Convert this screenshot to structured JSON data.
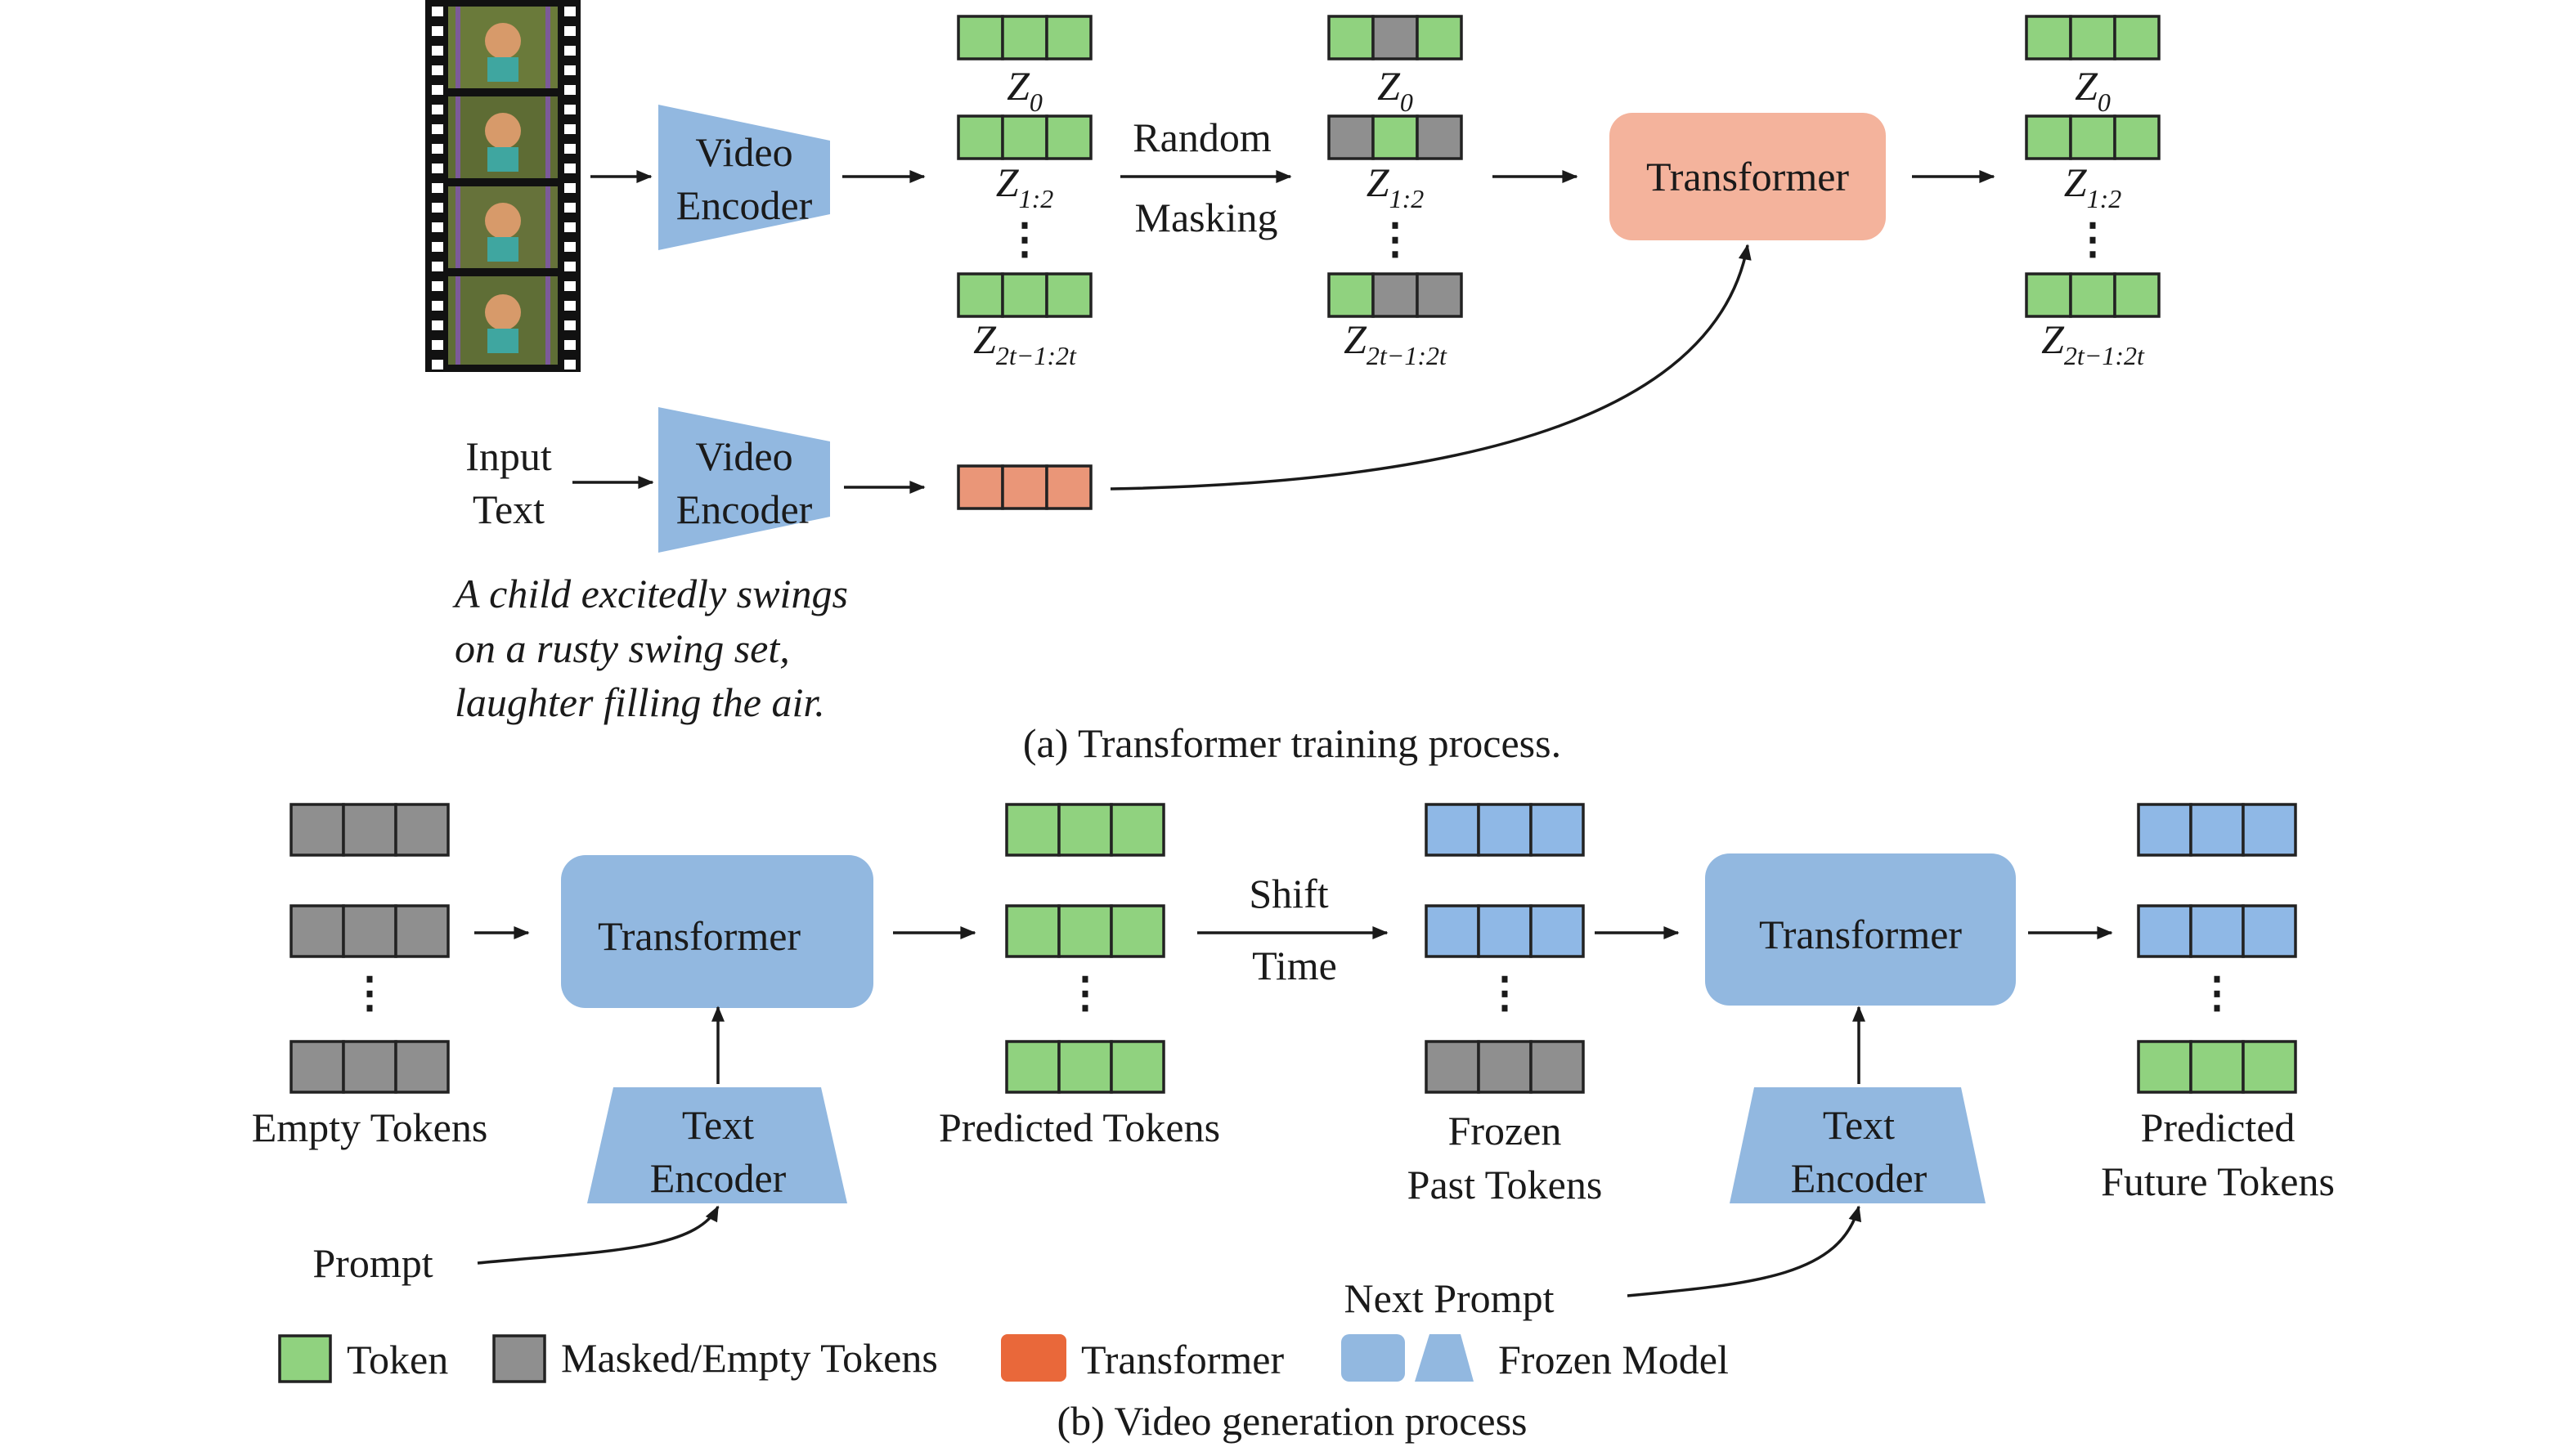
{
  "colors": {
    "token": "#90d27f",
    "masked": "#8f8f8f",
    "transformer_token": "#ea9678",
    "transformer_box": "#f4b39c",
    "frozen_blue": "#92b8e0",
    "frozen_token_blue": "#8fb8e6",
    "legend_transformer": "#e9683a"
  },
  "part_a": {
    "video_encoder_top": "Video Encoder",
    "video_encoder_bottom": "Video Encoder",
    "input_text": "Input Text",
    "random_masking_1": "Random",
    "random_masking_2": "Masking",
    "transformer": "Transformer",
    "z0_main": "Z",
    "z0_sub": "0",
    "z12_main": "Z",
    "z12_sub": "1:2",
    "zlast_main": "Z",
    "zlast_sub": "2t−1:2t",
    "prompt_line1": "A child excitedly swings",
    "prompt_line2": "on a rusty swing set,",
    "prompt_line3": "laughter filling the air.",
    "caption": "(a) Transformer training process."
  },
  "part_b": {
    "transformer_1": "Transformer",
    "transformer_2": "Transformer",
    "text_encoder_1": "Text Encoder",
    "text_encoder_2": "Text Encoder",
    "empty_tokens": "Empty Tokens",
    "predicted_tokens": "Predicted Tokens",
    "shift": "Shift",
    "time": "Time",
    "frozen_line1": "Frozen",
    "frozen_line2": "Past Tokens",
    "predicted_future_line1": "Predicted",
    "predicted_future_line2": "Future Tokens",
    "prompt": "Prompt",
    "next_prompt": "Next Prompt",
    "caption": "(b) Video generation process"
  },
  "legend": {
    "token": "Token",
    "masked": "Masked/Empty Tokens",
    "transformer": "Transformer",
    "frozen": "Frozen Model"
  }
}
